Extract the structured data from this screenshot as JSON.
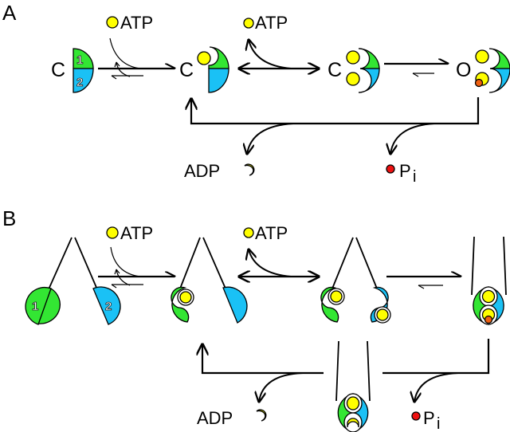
{
  "colors": {
    "nbd1": "#33e633",
    "nbd2": "#1ac1f5",
    "atp": "#ffff00",
    "pi_red": "#ee1111",
    "pi_orange": "#f06010",
    "line": "#000000"
  },
  "panel_a": {
    "label": "A",
    "states": [
      "C",
      "C",
      "C",
      "O"
    ],
    "domain_numbers": [
      "1",
      "2"
    ],
    "atp_in_label": "ATP",
    "atp_exchange_label": "ATP",
    "adp_label": "ADP",
    "pi_label": "P",
    "pi_subscript": "i"
  },
  "panel_b": {
    "label": "B",
    "domain_numbers": [
      "1",
      "2"
    ],
    "atp_in_label": "ATP",
    "atp_exchange_label": "ATP",
    "adp_label": "ADP",
    "pi_label": "P",
    "pi_subscript": "i"
  },
  "icons": {
    "atp": "yellow-circle",
    "adp": "yellow-crescent",
    "pi": "red-dot",
    "nbd1": "green-half-disc",
    "nbd2": "blue-half-disc"
  }
}
